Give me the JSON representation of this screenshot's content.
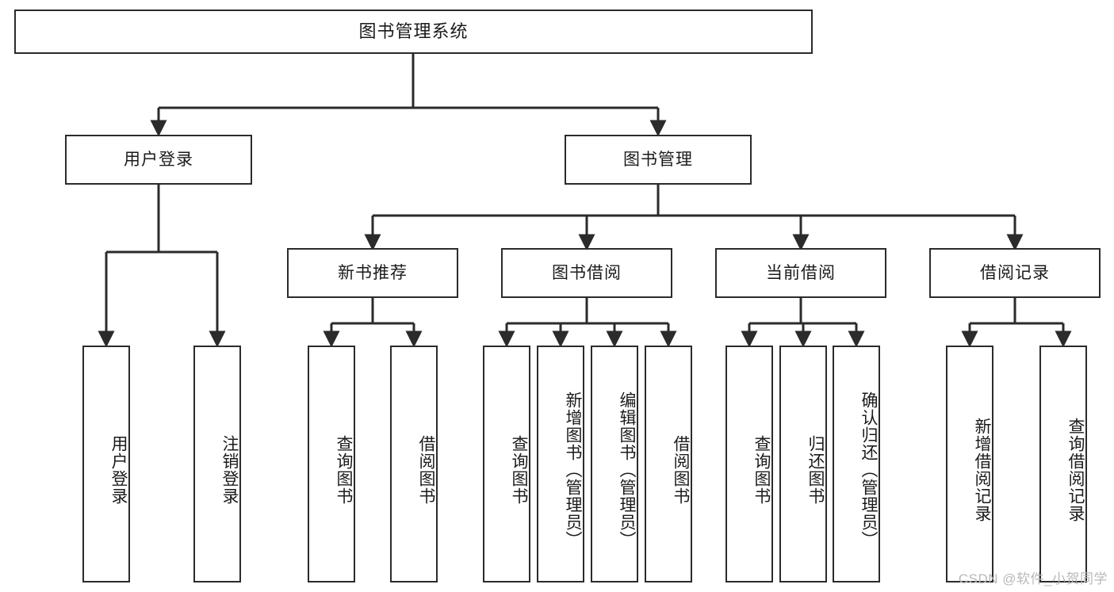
{
  "diagram": {
    "title": "图书管理系统",
    "watermark": "CSDN @软件_小贺同学",
    "line_color": "#2b2b2b",
    "box_fill": "#ffffff",
    "text_color": "#1b1b1b",
    "watermark_color": "#b9b9b9"
  },
  "nodes": {
    "root": {
      "label": "图书管理系统",
      "level": 1
    },
    "l2": [
      {
        "label": "用户登录",
        "level": 2
      },
      {
        "label": "图书管理",
        "level": 2
      }
    ],
    "l3": [
      {
        "label": "新书推荐",
        "level": 3
      },
      {
        "label": "图书借阅",
        "level": 3
      },
      {
        "label": "当前借阅",
        "level": 3
      },
      {
        "label": "借阅记录",
        "level": 3
      }
    ],
    "leaves_login": [
      {
        "label": "用户登录",
        "level": 4
      },
      {
        "label": "注销登录",
        "level": 4
      }
    ],
    "leaves_newbook": [
      {
        "label": "查询图书",
        "level": 4
      },
      {
        "label": "借阅图书",
        "level": 4
      }
    ],
    "leaves_borrow": [
      {
        "label": "查询图书",
        "level": 4
      },
      {
        "label": "新增图书（管理员）",
        "level": 4
      },
      {
        "label": "编辑图书（管理员）",
        "level": 4
      },
      {
        "label": "借阅图书",
        "level": 4
      }
    ],
    "leaves_current": [
      {
        "label": "查询图书",
        "level": 4
      },
      {
        "label": "归还图书",
        "level": 4
      },
      {
        "label": "确认归还（管理员）",
        "level": 4
      }
    ],
    "leaves_record": [
      {
        "label": "新增借阅记录",
        "level": 4
      },
      {
        "label": "查询借阅记录",
        "level": 4
      }
    ]
  },
  "chart_data": {
    "type": "tree-diagram",
    "title": "图书管理系统",
    "orientation": "top-down",
    "edge_style": "orthogonal-elbow-with-arrowhead",
    "tree": {
      "name": "图书管理系统",
      "children": [
        {
          "name": "用户登录",
          "children": [
            {
              "name": "用户登录"
            },
            {
              "name": "注销登录"
            }
          ]
        },
        {
          "name": "图书管理",
          "children": [
            {
              "name": "新书推荐",
              "children": [
                {
                  "name": "查询图书"
                },
                {
                  "name": "借阅图书"
                }
              ]
            },
            {
              "name": "图书借阅",
              "children": [
                {
                  "name": "查询图书"
                },
                {
                  "name": "新增图书（管理员）"
                },
                {
                  "name": "编辑图书（管理员）"
                },
                {
                  "name": "借阅图书"
                }
              ]
            },
            {
              "name": "当前借阅",
              "children": [
                {
                  "name": "查询图书"
                },
                {
                  "name": "归还图书"
                },
                {
                  "name": "确认归还（管理员）"
                }
              ]
            },
            {
              "name": "借阅记录",
              "children": [
                {
                  "name": "新增借阅记录"
                },
                {
                  "name": "查询借阅记录"
                }
              ]
            }
          ]
        }
      ]
    }
  }
}
